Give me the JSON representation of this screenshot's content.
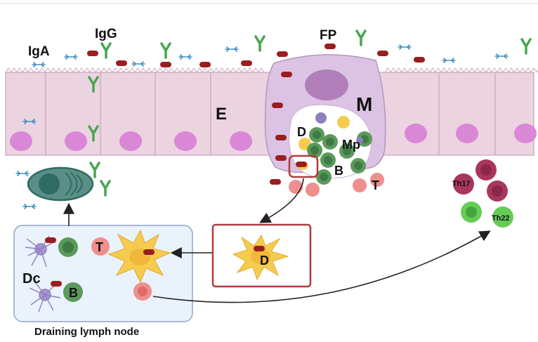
{
  "labels": {
    "iga": "IgA",
    "igg": "IgG",
    "fp": "FP",
    "e": "E",
    "m": "M",
    "d_in_m": "D",
    "mp": "Mp",
    "b_in_m": "B",
    "t_in_m": "T",
    "th17": "Th17",
    "th22": "Th22",
    "d_box": "D",
    "t_ln": "T",
    "dc": "Dc",
    "b_ln": "B",
    "lymph_node": "Draining lymph node"
  },
  "colors": {
    "epithelium": "#ecd3e0",
    "epithelium_stroke": "#c9a3bb",
    "nucleus": "#d987d6",
    "m_cell": "#dcc3e3",
    "m_nucleus": "#b07fb9",
    "red_particle": "#9a1e1e",
    "igg": "#47a64f",
    "iga": "#3f8fc4",
    "b_cell": "#5a9a5c",
    "t_cell": "#ef8f8d",
    "dendritic": "#f5cc4f",
    "th17": "#a9365b",
    "th22": "#66cc55",
    "lymph_node_fill": "#eaf2fb",
    "lymph_node_stroke": "#8ea8c8",
    "box_stroke": "#b23a3a",
    "mitochondrion": "#2e6b62"
  }
}
